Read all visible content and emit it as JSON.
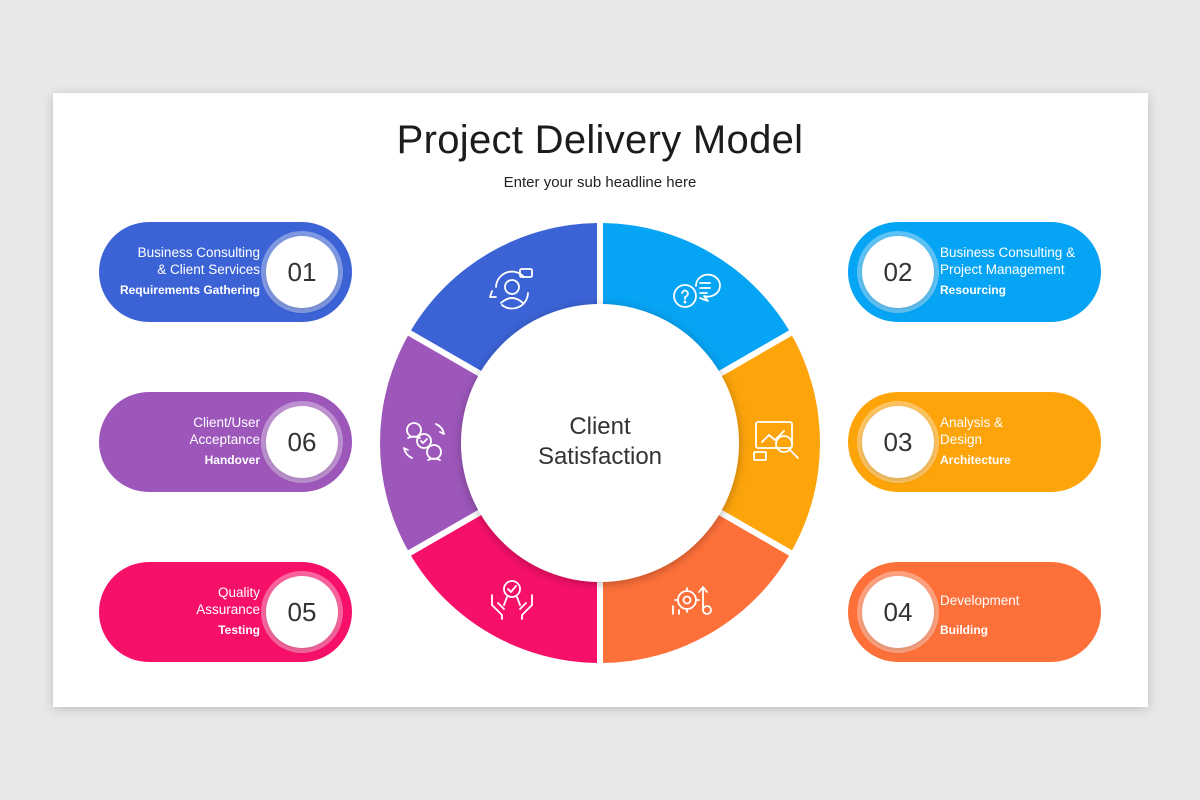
{
  "title": "Project Delivery Model",
  "subtitle": "Enter your sub headline here",
  "center": {
    "line1": "Client",
    "line2": "Satisfaction"
  },
  "colors": {
    "blue": "#3b63d6",
    "sky": "#06a4f4",
    "amber": "#fda40b",
    "orange": "#fe703a",
    "pink": "#f7106a",
    "purple": "#9d57bb"
  },
  "steps": [
    {
      "num": "01",
      "main": "Business Consulting\n& Client Services",
      "sub": "Requirements Gathering",
      "icon": "support-agent-icon"
    },
    {
      "num": "02",
      "main": "Business Consulting &\nProject Management",
      "sub": "Resourcing",
      "icon": "chat-question-icon"
    },
    {
      "num": "03",
      "main": "Analysis &\nDesign",
      "sub": "Architecture",
      "icon": "analysis-board-icon"
    },
    {
      "num": "04",
      "main": "Development",
      "sub": "Building",
      "icon": "development-gear-icon"
    },
    {
      "num": "05",
      "main": "Quality\nAssurance",
      "sub": "Testing",
      "icon": "quality-hands-icon"
    },
    {
      "num": "06",
      "main": "Client/User\nAcceptance",
      "sub": "Handover",
      "icon": "user-exchange-icon"
    }
  ]
}
